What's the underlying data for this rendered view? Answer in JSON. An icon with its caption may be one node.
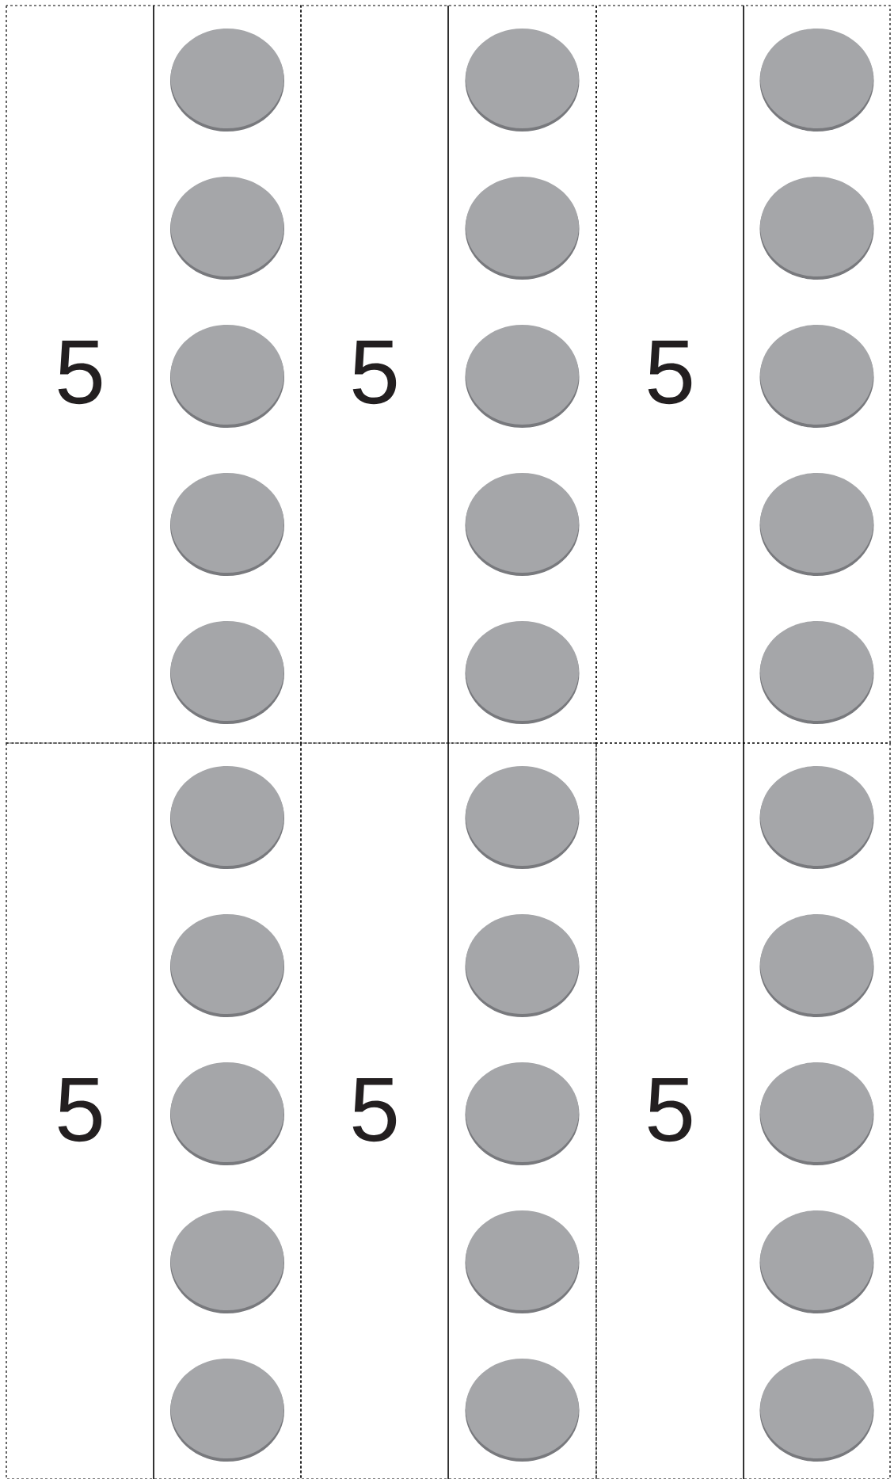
{
  "diagram": {
    "nodes": [
      {
        "text": [
          "5"
        ]
      },
      {
        "text": [
          "5"
        ]
      },
      {
        "text": [
          "5"
        ]
      },
      {
        "text": [
          "5"
        ]
      },
      {
        "text": [
          "5"
        ]
      },
      {
        "text": [
          "5"
        ]
      }
    ]
  }
}
